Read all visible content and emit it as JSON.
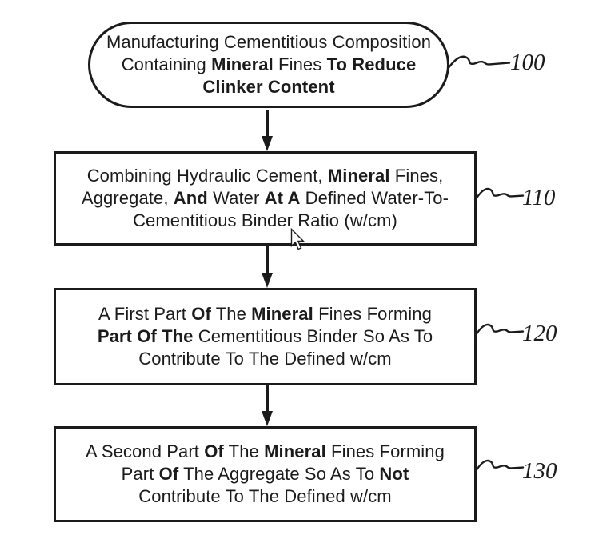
{
  "diagram": {
    "background_color": "#ffffff",
    "line_color": "#1b1b1b",
    "nodes": [
      {
        "ref": "100",
        "shape": "stadium",
        "lines": [
          [
            {
              "t": "Manufacturing Cementitious Composition",
              "b": false
            }
          ],
          [
            {
              "t": "Containing ",
              "b": false
            },
            {
              "t": "Mineral",
              "b": true
            },
            {
              "t": " Fines ",
              "b": false
            },
            {
              "t": "To Reduce",
              "b": true
            }
          ],
          [
            {
              "t": "Clinker Content",
              "b": true
            }
          ]
        ]
      },
      {
        "ref": "110",
        "shape": "rect",
        "lines": [
          [
            {
              "t": "Combining Hydraulic Cement, ",
              "b": false
            },
            {
              "t": "Mineral",
              "b": true
            },
            {
              "t": " Fines,",
              "b": false
            }
          ],
          [
            {
              "t": "Aggregate, ",
              "b": false
            },
            {
              "t": "And",
              "b": true
            },
            {
              "t": " Water ",
              "b": false
            },
            {
              "t": "At A",
              "b": true
            },
            {
              "t": " Defined Water-To-",
              "b": false
            }
          ],
          [
            {
              "t": "Cementitious Binder Ratio (w/cm)",
              "b": false
            }
          ]
        ]
      },
      {
        "ref": "120",
        "shape": "rect",
        "lines": [
          [
            {
              "t": "A First Part ",
              "b": false
            },
            {
              "t": "Of",
              "b": true
            },
            {
              "t": " The ",
              "b": false
            },
            {
              "t": "Mineral",
              "b": true
            },
            {
              "t": " Fines Forming",
              "b": false
            }
          ],
          [
            {
              "t": "Part Of The",
              "b": true
            },
            {
              "t": " Cementitious Binder So As To",
              "b": false
            }
          ],
          [
            {
              "t": "Contribute To The Defined w/cm",
              "b": false
            }
          ]
        ]
      },
      {
        "ref": "130",
        "shape": "rect",
        "lines": [
          [
            {
              "t": "A Second Part ",
              "b": false
            },
            {
              "t": "Of",
              "b": true
            },
            {
              "t": " The ",
              "b": false
            },
            {
              "t": "Mineral",
              "b": true
            },
            {
              "t": " Fines Forming",
              "b": false
            }
          ],
          [
            {
              "t": "Part ",
              "b": false
            },
            {
              "t": "Of",
              "b": true
            },
            {
              "t": " The Aggregate So As To ",
              "b": false
            },
            {
              "t": "Not",
              "b": true
            }
          ],
          [
            {
              "t": "Contribute To The Defined w/cm",
              "b": false
            }
          ]
        ]
      }
    ],
    "connectors": [
      {
        "from": "100",
        "to": "110"
      },
      {
        "from": "110",
        "to": "120"
      },
      {
        "from": "120",
        "to": "130"
      }
    ]
  }
}
